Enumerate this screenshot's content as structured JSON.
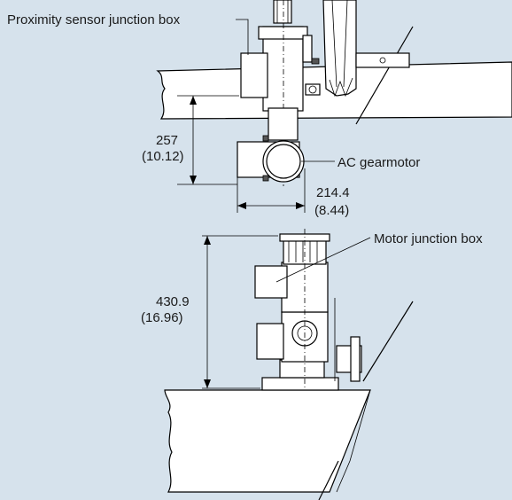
{
  "labels": {
    "proximity_box": "Proximity sensor junction box",
    "ac_gearmotor": "AC gearmotor",
    "motor_box": "Motor junction box"
  },
  "dimensions": {
    "top_height_mm": "257",
    "top_height_in": "(10.12)",
    "top_width_mm": "214.4",
    "top_width_in": "(8.44)",
    "bottom_height_mm": "430.9",
    "bottom_height_in": "(16.96)"
  },
  "colors": {
    "background": "#d6e2ec",
    "line": "#000000",
    "part_fill": "#ffffff"
  }
}
